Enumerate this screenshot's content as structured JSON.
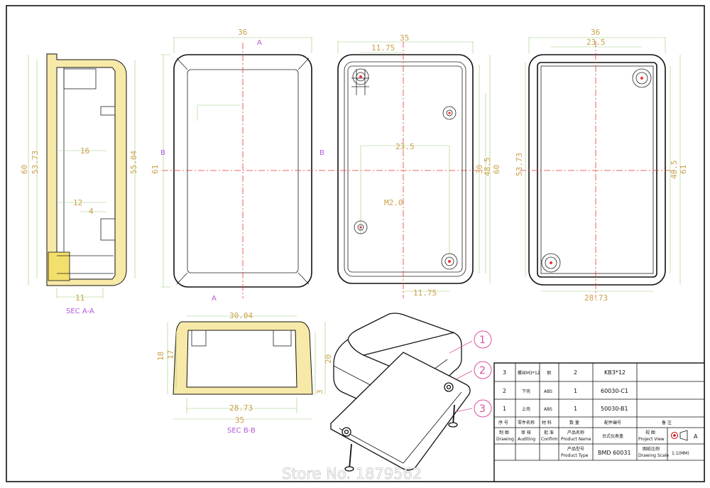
{
  "views": {
    "section_a": {
      "label": "SEC A-A",
      "dims": {
        "overall": "60",
        "inner": "53.73",
        "right": "55.04",
        "mid": "16",
        "wall": "12",
        "lip": "4",
        "bottom": "11"
      }
    },
    "front": {
      "dims": {
        "width": "36",
        "height": "61"
      },
      "markers": {
        "a_top": "A",
        "a_bottom": "A",
        "b_left": "B",
        "b_right": "B"
      }
    },
    "inner": {
      "dims": {
        "width": "35",
        "top": "11.75",
        "mid": "23.5",
        "hole": "M2.0",
        "bottom": "11.75",
        "h1": "30",
        "h2": "48.5",
        "h3": "60"
      }
    },
    "back": {
      "dims": {
        "width": "36",
        "inner": "23.5",
        "left": "53.73",
        "h1": "48.5",
        "h2": "61",
        "bottom": "28.73"
      }
    },
    "section_b": {
      "label": "SEC B-B",
      "dims": {
        "top": "30.04",
        "h1": "18",
        "h2": "17",
        "right": "20",
        "inner": "28.73",
        "width": "35",
        "lip": "3"
      }
    }
  },
  "balloons": [
    "1",
    "2",
    "3"
  ],
  "title_block": {
    "rows": [
      {
        "no": "3",
        "name": "螺丝M3*12",
        "mat": "钢",
        "qty": "2",
        "code": "KB3*12",
        "note": ""
      },
      {
        "no": "2",
        "name": "下壳",
        "mat": "ABS",
        "qty": "1",
        "code": "60030-C1",
        "note": ""
      },
      {
        "no": "1",
        "name": "上壳",
        "mat": "ABS",
        "qty": "1",
        "code": "50030-B1",
        "note": ""
      }
    ],
    "header": {
      "no": "序 号",
      "name": "零件名称",
      "mat": "材 料",
      "qty": "数 量",
      "code": "配件编号",
      "note": "备 注"
    },
    "drawing": {
      "cn": "制 图",
      "en": "Drawing"
    },
    "auditing": {
      "cn": "审 核",
      "en": "Auditing"
    },
    "confirm": {
      "cn": "批 准",
      "en": "Confirm"
    },
    "product_name": {
      "cn": "产品名称",
      "en": "Product Name",
      "value": "台式仪表盒"
    },
    "product_type": {
      "cn": "产品型号",
      "en": "Product Type",
      "value": "BMD 60031"
    },
    "project_view": {
      "cn": "视 图",
      "en": "Project View",
      "value": "A"
    },
    "drawing_scale": {
      "cn": "图纸比例",
      "en": "Drawing Scale",
      "value": "1:1(MM)"
    }
  },
  "watermark": "Store No. 1879562"
}
